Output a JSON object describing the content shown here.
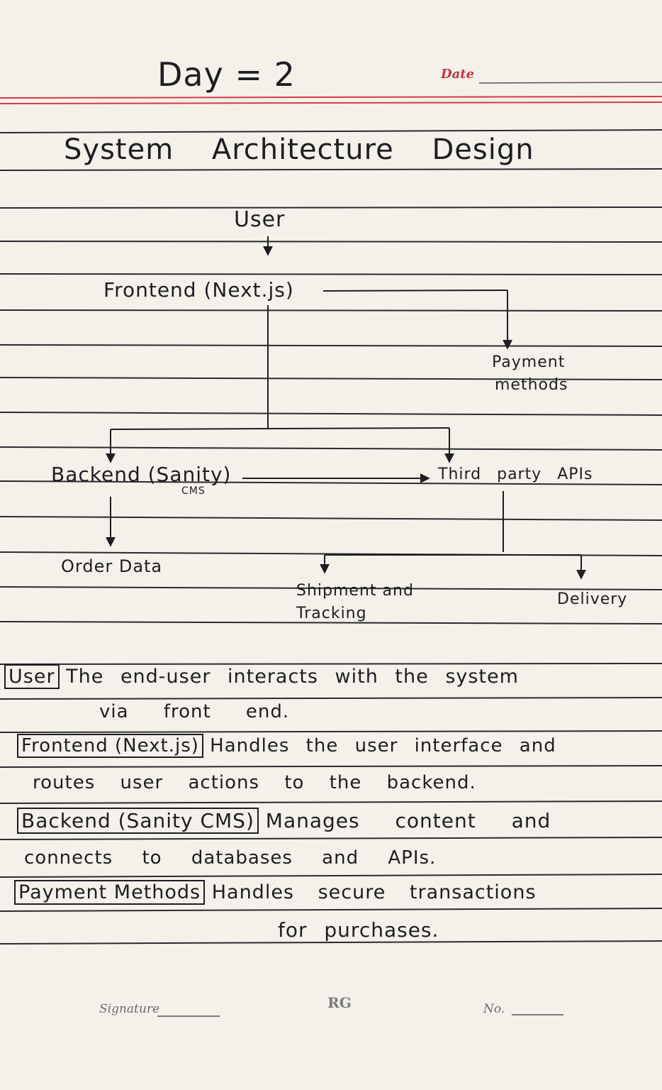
{
  "header": {
    "day_title": "Day = 2",
    "date_label": "Date"
  },
  "title": "System Architecture Design",
  "diagram": {
    "user": "User",
    "frontend": "Frontend (Next.js)",
    "payment_line1": "Payment",
    "payment_line2": "methods",
    "backend": "Backend (Sanity)",
    "cms": "CMS",
    "third_party": "Third party APIs",
    "order_data": "Order Data",
    "shipment_line1": "Shipment and",
    "shipment_line2": "Tracking",
    "delivery": "Delivery"
  },
  "notes": [
    {
      "term": "User",
      "line1": "The end-user interacts with the system",
      "line2": "via front end."
    },
    {
      "term": "Frontend (Next.js)",
      "line1": "Handles the user interface and",
      "line2": "routes user actions to the backend."
    },
    {
      "term": "Backend (Sanity CMS)",
      "line1": "Manages content and",
      "line2": "connects to databases and APIs."
    },
    {
      "term": "Payment Methods",
      "line1": "Handles secure transactions",
      "line2": "for purchases."
    }
  ],
  "footer": {
    "signature_label": "Signature",
    "no_label": "No.",
    "logo_text": "RG"
  },
  "colors": {
    "paper": "#f4f1ea",
    "rule": "#2a2a2e",
    "margin_red": "#d23a48",
    "ink": "#1d1d22"
  }
}
